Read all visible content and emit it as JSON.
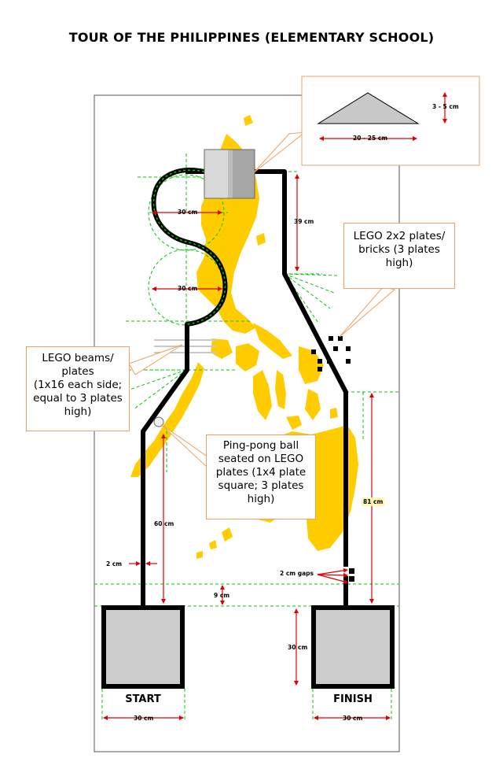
{
  "title": "TOUR OF THE PHILIPPINES  (ELEMENTARY SCHOOL)",
  "colors": {
    "map": "#ffcc00",
    "track": "#000000",
    "guide": "#00c800",
    "dimension": "#e00000",
    "callout_border": "#f0a060",
    "zone_fill": "#cccccc",
    "badge_fill": "#fff6b0"
  },
  "zones": {
    "start": "START",
    "finish": "FINISH"
  },
  "callouts": {
    "plates_bricks": "LEGO 2x2 plates/\nbricks (3 plates\nhigh)",
    "beams": "LEGO beams/\nplates\n(1x16 each side;\nequal to 3 plates\nhigh)",
    "ball": "Ping-pong ball\nseated on LEGO\nplates (1x4 plate\nsquare; 3 plates\nhigh)"
  },
  "measurements": {
    "loop_top": "30 cm",
    "loop_bottom": "30 cm",
    "right_vertical": "39 cm",
    "left_vertical": "60 cm",
    "right_long": "81 cm",
    "line_width": "2 cm",
    "gaps": "2 cm gaps",
    "gap_to_zone": "9 cm",
    "zone_height": "30 cm",
    "start_width": "30 cm",
    "finish_width": "30 cm",
    "ramp_height": "3 - 5 cm",
    "ramp_width": "20 - 25 cm"
  }
}
